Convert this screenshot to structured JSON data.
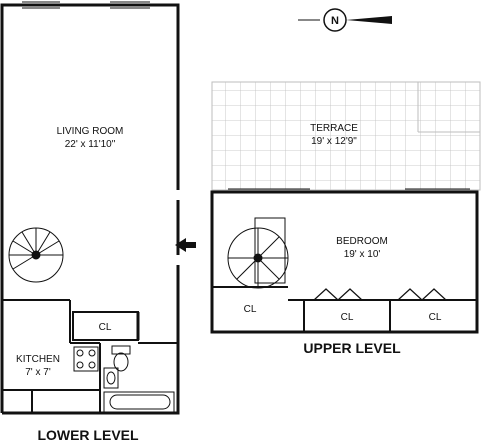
{
  "plan": {
    "lower": {
      "title": "LOWER LEVEL",
      "living_room": {
        "name": "LIVING ROOM",
        "size": "22' x 11'10\""
      },
      "kitchen": {
        "name": "KITCHEN",
        "size": "7' x 7'"
      },
      "closet": "CL"
    },
    "upper": {
      "title": "UPPER LEVEL",
      "terrace": {
        "name": "TERRACE",
        "size": "19' x 12'9\""
      },
      "bedroom": {
        "name": "BEDROOM",
        "size": "19' x 10'"
      },
      "closets": [
        "CL",
        "CL",
        "CL"
      ]
    },
    "compass": {
      "letter": "N"
    }
  }
}
